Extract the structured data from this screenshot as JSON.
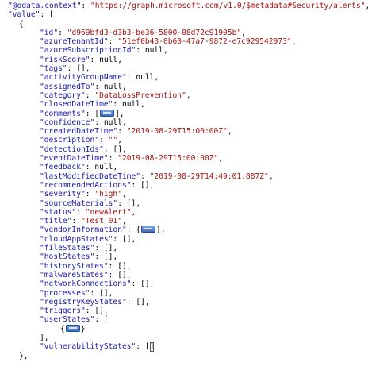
{
  "lines": [
    {
      "indent": 0,
      "key": "@odata.context",
      "value": "https://graph.microsoft.com/v1.0/$metadata#Security/alerts",
      "vtype": "str",
      "tail": ","
    },
    {
      "indent": 0,
      "key": "value",
      "raw": "[",
      "tail": ""
    },
    {
      "indent": 1,
      "raw": "{",
      "tail": ""
    },
    {
      "indent": 2,
      "key": "id",
      "value": "d969bfd3-d3b3-be36-5800-08d72c91905b",
      "vtype": "str",
      "tail": ","
    },
    {
      "indent": 2,
      "key": "azureTenantId",
      "value": "51ef0b43-0b60-47a7-9872-e7c929542973",
      "vtype": "str",
      "tail": ","
    },
    {
      "indent": 2,
      "key": "azureSubscriptionId",
      "value": "null",
      "vtype": "lit",
      "tail": ","
    },
    {
      "indent": 2,
      "key": "riskScore",
      "value": "null",
      "vtype": "lit",
      "tail": ","
    },
    {
      "indent": 2,
      "key": "tags",
      "value": "[]",
      "vtype": "lit",
      "tail": ","
    },
    {
      "indent": 2,
      "key": "activityGroupName",
      "value": "null",
      "vtype": "lit",
      "tail": ","
    },
    {
      "indent": 2,
      "key": "assignedTo",
      "value": "null",
      "vtype": "lit",
      "tail": ","
    },
    {
      "indent": 2,
      "key": "category",
      "value": "DataLossPrevention",
      "vtype": "str",
      "tail": ","
    },
    {
      "indent": 2,
      "key": "closedDateTime",
      "value": "null",
      "vtype": "lit",
      "tail": ","
    },
    {
      "indent": 2,
      "key": "comments",
      "collapsed": "array",
      "tail": ","
    },
    {
      "indent": 2,
      "key": "confidence",
      "value": "null",
      "vtype": "lit",
      "tail": ","
    },
    {
      "indent": 2,
      "key": "createdDateTime",
      "value": "2019-08-29T15:00:00Z",
      "vtype": "str",
      "tail": ","
    },
    {
      "indent": 2,
      "key": "description",
      "value": "",
      "vtype": "str",
      "tail": ","
    },
    {
      "indent": 2,
      "key": "detectionIds",
      "value": "[]",
      "vtype": "lit",
      "tail": ","
    },
    {
      "indent": 2,
      "key": "eventDateTime",
      "value": "2019-08-29T15:00:00Z",
      "vtype": "str",
      "tail": ","
    },
    {
      "indent": 2,
      "key": "feedback",
      "value": "null",
      "vtype": "lit",
      "tail": ","
    },
    {
      "indent": 2,
      "key": "lastModifiedDateTime",
      "value": "2019-08-29T14:49:01.887Z",
      "vtype": "str",
      "tail": ","
    },
    {
      "indent": 2,
      "key": "recommendedActions",
      "value": "[]",
      "vtype": "lit",
      "tail": ","
    },
    {
      "indent": 2,
      "key": "severity",
      "value": "high",
      "vtype": "str",
      "tail": ","
    },
    {
      "indent": 2,
      "key": "sourceMaterials",
      "value": "[]",
      "vtype": "lit",
      "tail": ","
    },
    {
      "indent": 2,
      "key": "status",
      "value": "newAlert",
      "vtype": "str",
      "tail": ","
    },
    {
      "indent": 2,
      "key": "title",
      "value": "Test 01",
      "vtype": "str",
      "tail": ","
    },
    {
      "indent": 2,
      "key": "vendorInformation",
      "collapsed": "object",
      "tail": ","
    },
    {
      "indent": 2,
      "key": "cloudAppStates",
      "value": "[]",
      "vtype": "lit",
      "tail": ","
    },
    {
      "indent": 2,
      "key": "fileStates",
      "value": "[]",
      "vtype": "lit",
      "tail": ","
    },
    {
      "indent": 2,
      "key": "hostStates",
      "value": "[]",
      "vtype": "lit",
      "tail": ","
    },
    {
      "indent": 2,
      "key": "historyStates",
      "value": "[]",
      "vtype": "lit",
      "tail": ","
    },
    {
      "indent": 2,
      "key": "malwareStates",
      "value": "[]",
      "vtype": "lit",
      "tail": ","
    },
    {
      "indent": 2,
      "key": "networkConnections",
      "value": "[]",
      "vtype": "lit",
      "tail": ","
    },
    {
      "indent": 2,
      "key": "processes",
      "value": "[]",
      "vtype": "lit",
      "tail": ","
    },
    {
      "indent": 2,
      "key": "registryKeyStates",
      "value": "[]",
      "vtype": "lit",
      "tail": ","
    },
    {
      "indent": 2,
      "key": "triggers",
      "value": "[]",
      "vtype": "lit",
      "tail": ","
    },
    {
      "indent": 2,
      "key": "userStates",
      "raw": "[",
      "tail": ""
    },
    {
      "indent": 4,
      "collapsed": "object",
      "tail": ""
    },
    {
      "indent": 2,
      "raw": "],",
      "tail": ""
    },
    {
      "indent": 2,
      "key": "vulnerabilityStates",
      "value": "[]",
      "vtype": "cursor",
      "tail": ""
    },
    {
      "indent": 1,
      "raw": "},",
      "tail": ""
    }
  ],
  "collapsed_glyphs": {
    "array": {
      "open": "[",
      "close": "]"
    },
    "object": {
      "open": "{",
      "close": "}"
    }
  },
  "icons": {
    "collapsed": "ellipsis-expand-icon"
  }
}
